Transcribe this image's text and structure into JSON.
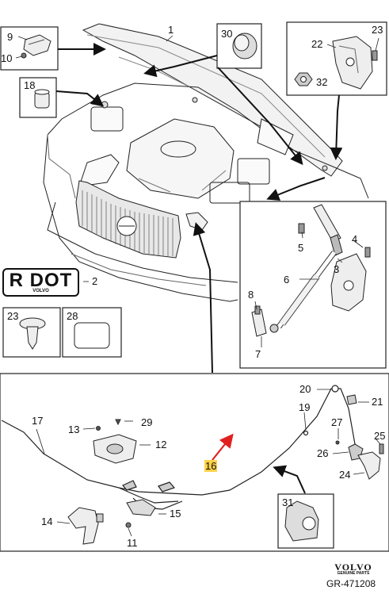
{
  "callouts": {
    "n1": "1",
    "n2": "2",
    "n3": "3",
    "n4": "4",
    "n5": "5",
    "n6": "6",
    "n7": "7",
    "n8": "8",
    "n9": "9",
    "n10": "10",
    "n11": "11",
    "n12": "12",
    "n13": "13",
    "n14": "14",
    "n15": "15",
    "n16": "16",
    "n17": "17",
    "n18": "18",
    "n19": "19",
    "n20": "20",
    "n21": "21",
    "n22": "22",
    "n23": "23",
    "n24": "24",
    "n25": "25",
    "n26": "26",
    "n27": "27",
    "n28": "28",
    "n29": "29",
    "n30": "30",
    "n31": "31",
    "n32": "32",
    "n23b": "23"
  },
  "label_plate": {
    "main": "R DOT",
    "sub": "VOLVO"
  },
  "footer": {
    "brand": "VOLVO",
    "brand_sub": "GENUINE PARTS",
    "code": "GR-471208"
  },
  "colors": {
    "highlight": "#ffd24a",
    "pointer_arrow": "#e02020",
    "line": "#222222"
  }
}
